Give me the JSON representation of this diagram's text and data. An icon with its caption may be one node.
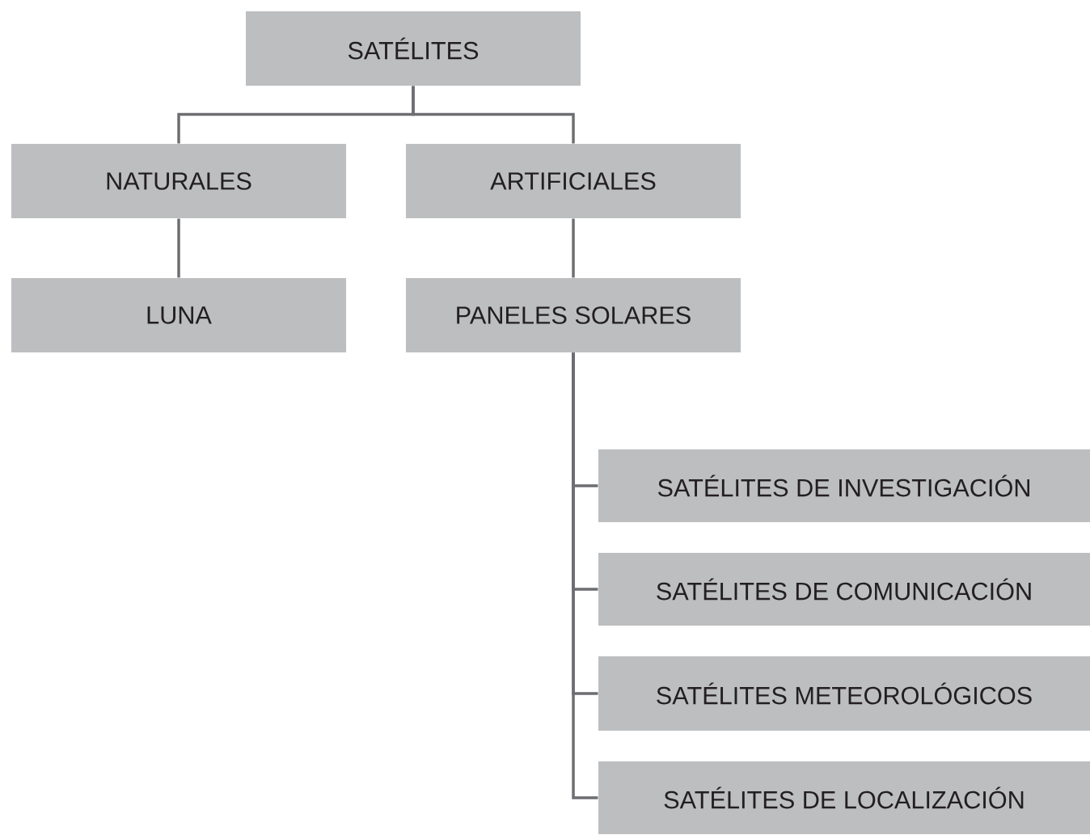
{
  "diagram": {
    "nodes": [
      {
        "text": [
          "SATÉLITES"
        ]
      },
      {
        "text": [
          "NATURALES"
        ]
      },
      {
        "text": [
          "ARTIFICIALES"
        ]
      },
      {
        "text": [
          "LUNA"
        ]
      },
      {
        "text": [
          "PANELES SOLARES"
        ]
      },
      {
        "text": [
          "SATÉLITES DE INVESTIGACIÓN"
        ]
      },
      {
        "text": [
          "SATÉLITES DE COMUNICACIÓN"
        ]
      },
      {
        "text": [
          "SATÉLITES METEOROLÓGICOS"
        ]
      },
      {
        "text": [
          "SATÉLITES DE LOCALIZACIÓN"
        ]
      }
    ],
    "edges": [
      {
        "from": 0,
        "to": 1,
        "arrow": "none"
      },
      {
        "from": 0,
        "to": 2,
        "arrow": "none"
      },
      {
        "from": 1,
        "to": 3,
        "arrow": "none"
      },
      {
        "from": 2,
        "to": 4,
        "arrow": "none"
      },
      {
        "from": 4,
        "to": 5,
        "arrow": "none"
      },
      {
        "from": 4,
        "to": 6,
        "arrow": "none"
      },
      {
        "from": 4,
        "to": 7,
        "arrow": "none"
      },
      {
        "from": 4,
        "to": 8,
        "arrow": "none"
      }
    ]
  }
}
